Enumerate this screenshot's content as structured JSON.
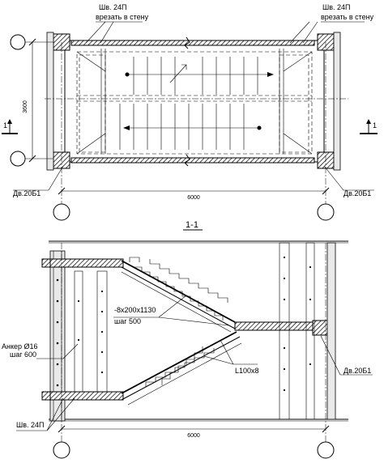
{
  "plan": {
    "weld_left": "Шв. 24П",
    "cut_left": "врезать в стену",
    "weld_right": "Шв. 24П",
    "cut_right": "врезать в стену",
    "dim_height": "3600",
    "dim_width": "6000",
    "beam_left": "Дв.20Б1",
    "beam_right": "Дв.20Б1",
    "section_mark_left": "1",
    "section_mark_right": "1"
  },
  "section": {
    "title": "1-1",
    "plate": "-8х200х1130",
    "plate_step": "шаг 500",
    "anchor": "Анкер Ø16",
    "anchor_step": "шаг 600",
    "angle": "L100x8",
    "beam": "Дв.20Б1",
    "weld": "Шв. 24П",
    "dim_width": "6000"
  }
}
